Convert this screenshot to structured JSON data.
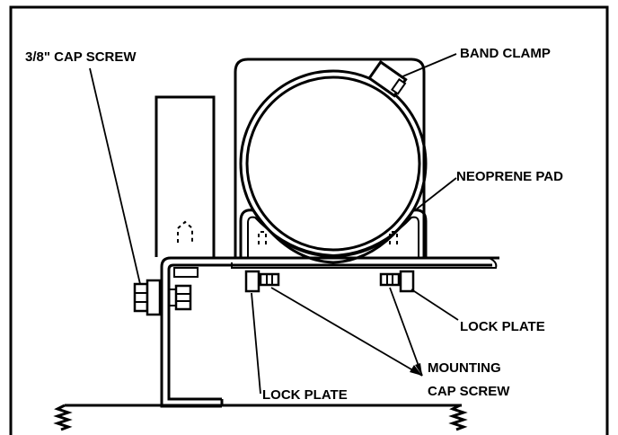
{
  "labels": {
    "cap_screw_38": "3/8\" CAP SCREW",
    "band_clamp": "BAND CLAMP",
    "neoprene_pad": "NEOPRENE PAD",
    "lock_plate_right": "LOCK PLATE",
    "mounting_line1": "MOUNTING",
    "mounting_line2": "CAP SCREW",
    "lock_plate_bottom": "LOCK PLATE"
  },
  "colors": {
    "ink": "#000000",
    "paper": "#ffffff"
  }
}
